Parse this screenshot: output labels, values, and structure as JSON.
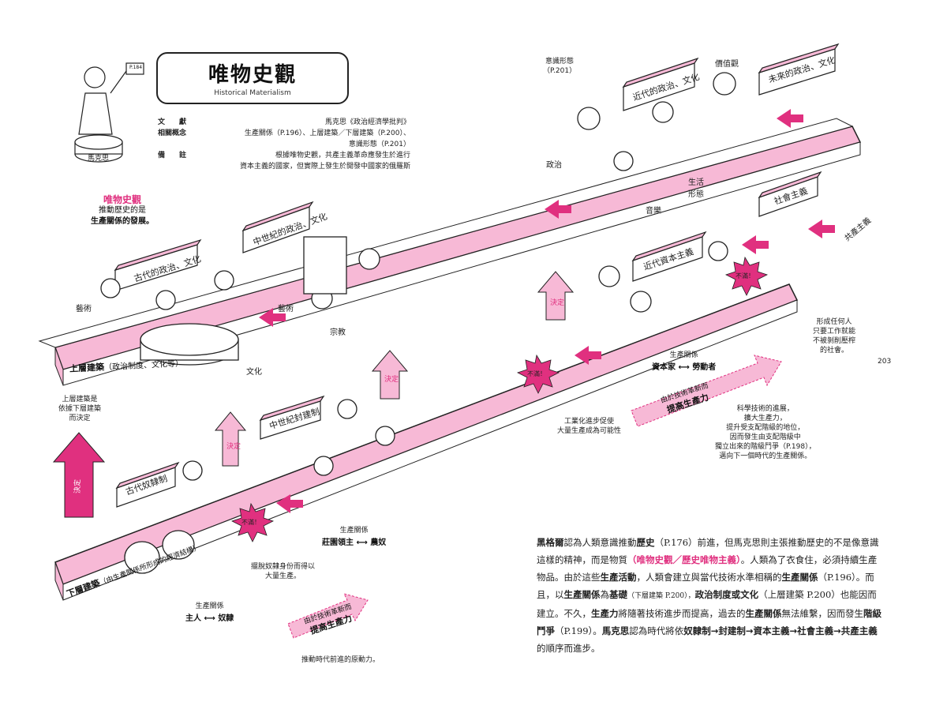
{
  "title": {
    "main": "唯物史觀",
    "sub": "Historical Materialism"
  },
  "statue": {
    "flag": "P.184",
    "plaque": "馬克思"
  },
  "info": [
    {
      "key": "文　　獻",
      "value": "馬克思《政治經濟學批判》"
    },
    {
      "key": "相關概念",
      "value": "生產關係（P.196）、上層建築／下層建築（P.200）、"
    },
    {
      "key": "",
      "value": "意識形態（P.201）"
    },
    {
      "key": "備　　註",
      "value": "根據唯物史觀，共產主義革命應發生於進行"
    },
    {
      "key": "",
      "value": "資本主義的國家，但實際上發生於開發中國家的俄羅斯"
    }
  ],
  "side_note": {
    "title": "唯物史觀",
    "line1": "推動歷史的是",
    "line2": "生產關係的發展。"
  },
  "upper_label": {
    "main": "上層建築",
    "detail": "（政治制度、文化等）"
  },
  "lower_label": {
    "main": "下層建築",
    "detail": "（由生產關係所形成的經濟結構）"
  },
  "left_note": [
    "上層建築是",
    "依據下層建築",
    "而決定"
  ],
  "decide": "決定",
  "signs": {
    "ancient_upper": "古代的政治、文化",
    "medieval_upper": "中世紀的政治、文化",
    "modern_upper": "近代的政治、文化",
    "future_upper": "未來的政治、文化",
    "ancient_lower": "古代奴隸制",
    "medieval_lower": "中世紀封建制",
    "modern_lower": "近代資本主義",
    "socialism": "社會主義",
    "communism": "共產主義"
  },
  "upper_labels": {
    "art1": "藝術",
    "art2": "藝術",
    "religion": "宗教",
    "culture": "文化",
    "ideology": "意識形態",
    "ideology_ref": "（P.201）",
    "values": "價值觀",
    "politics": "政治",
    "life": "生活",
    "life2": "形態",
    "music": "音樂"
  },
  "discontent": "不滿！",
  "relations": {
    "ancient": {
      "caption": "生產關係",
      "left": "主人",
      "right": "奴隸"
    },
    "medieval": {
      "caption": "生產關係",
      "left": "莊園領主",
      "right": "農奴"
    },
    "modern": {
      "caption": "生產關係",
      "left": "資本家",
      "right": "勞動者"
    }
  },
  "notes": {
    "slaves": [
      "擺脫奴隸身份而得以",
      "大量生產。"
    ],
    "industry": [
      "工業化進步促使",
      "大量生產成為可能性"
    ],
    "science": [
      "科學技術的進展，",
      "擴大生產力，",
      "提升受支配階級的地位，",
      "因而發生由支配階級中",
      "獨立出來的階級鬥爭（P.198），",
      "邁向下一個時代的生產關係。"
    ],
    "society": [
      "形成任何人",
      "只要工作就能",
      "不被剝削壓榨",
      "的社會。"
    ],
    "driving": "推動時代前進的原動力。"
  },
  "tech_arrow1": {
    "l1": "由於技術革新而",
    "l2": "提高生產力"
  },
  "tech_arrow2": {
    "l1": "由於技術革新而",
    "l2": "提高生產力"
  },
  "page_number": "203",
  "paragraph": {
    "p1a": "黑格爾",
    "p1b": "認為人類意識推動",
    "p1c": "歷史",
    "p1d": "（P.176）前進，但馬克思則主張推動歷史的不是像意識這樣的精神，而是物質",
    "p1e": "（唯物史觀／歷史唯物主義）",
    "p1f": "。人類為了衣食住，必須持續生產物品。由於這些",
    "p1g": "生產活動",
    "p1h": "，人類會建立與當代技術水準相稱的",
    "p1i": "生產關係",
    "p1j": "（P.196）。而且，以",
    "p1k": "生產關係",
    "p1l": "為",
    "p1m": "基礎",
    "p1n": "（下層建築 P.200），",
    "p1o": "政治制度或文化",
    "p1p": "（上層建築 P.200）也能因而建立。不久，",
    "p1q": "生產力",
    "p1r": "將隨著技術進步而提高，過去的",
    "p1s": "生產關係",
    "p1t": "無法維繫，因而發生",
    "p1u": "階級鬥爭",
    "p1v": "（P.199）。",
    "p1w": "馬克思",
    "p1x": "認為時代將依",
    "p1y": "奴隸制→封建制→資本主義→社會主義→共產主義",
    "p1z": "的順序而進步。"
  },
  "colors": {
    "accent": "#e0307f",
    "platform": "#f7b9d6",
    "ink": "#222222"
  }
}
